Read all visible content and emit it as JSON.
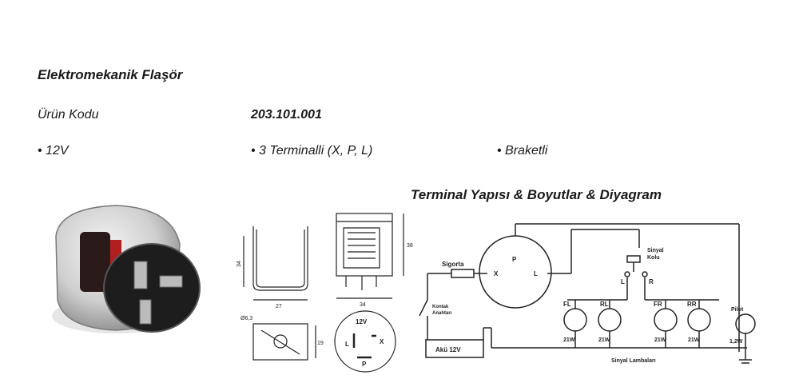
{
  "product": {
    "title": "Elektromekanik Flaşör",
    "code_label": "Ürün Kodu",
    "code_value": "203.101.001"
  },
  "features": [
    "• 12V",
    "• 3 Terminalli (X, P, L)",
    "• Braketli"
  ],
  "diagram": {
    "title": "Terminal Yapısı & Boyutlar & Diyagram",
    "dimensions": {
      "height_side": "34",
      "width_bracket": "27",
      "width_body": "34",
      "height_body": "38",
      "hole": "Ø6,3",
      "bracket_h": "19"
    },
    "terminal_view": {
      "voltage": "12V",
      "l": "L",
      "x": "X",
      "p": "P"
    },
    "wiring": {
      "fuse": "Sigorta",
      "ignition_line1": "Kontak",
      "ignition_line2": "Anahtarı",
      "battery": "Akü 12V",
      "flasher_p": "P",
      "flasher_x": "X",
      "flasher_l": "L",
      "switch_line1": "Sinyal",
      "switch_line2": "Kolu",
      "switch_l": "L",
      "switch_r": "R",
      "lamps": [
        {
          "name": "FL",
          "watt": "21W"
        },
        {
          "name": "RL",
          "watt": "21W"
        },
        {
          "name": "FR",
          "watt": "21W"
        },
        {
          "name": "RR",
          "watt": "21W"
        },
        {
          "name": "Pilot",
          "watt": "1,2W"
        }
      ],
      "lamps_caption": "Sinyal Lambaları"
    }
  }
}
